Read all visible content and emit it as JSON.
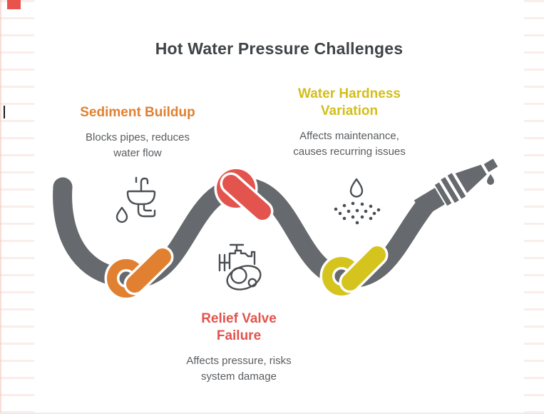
{
  "title": "Hot Water Pressure Challenges",
  "items": [
    {
      "label": "Sediment Buildup",
      "description": "Blocks pipes, reduces water flow",
      "color": "#E08030",
      "icon": "sink-drain-icon"
    },
    {
      "label": "Water Hardness Variation",
      "description": "Affects maintenance, causes recurring issues",
      "color": "#D3BE1C",
      "icon": "water-spray-icon"
    },
    {
      "label": "Relief Valve Failure",
      "description": "Affects pressure, risks system damage",
      "color": "#E2544D",
      "icon": "relief-valve-icon"
    }
  ],
  "illustration": {
    "hose_color": "#66696D",
    "knot_colors": [
      "#E08030",
      "#E2544D",
      "#D6C41E"
    ],
    "elements": [
      "knotted-hose",
      "spray-nozzle",
      "water-drop"
    ]
  },
  "decor": {
    "ruled_line_color": "#F3D8D2",
    "corner_square_color": "#E8544B",
    "title_color": "#3F4447",
    "body_text_color": "#595C5F"
  }
}
